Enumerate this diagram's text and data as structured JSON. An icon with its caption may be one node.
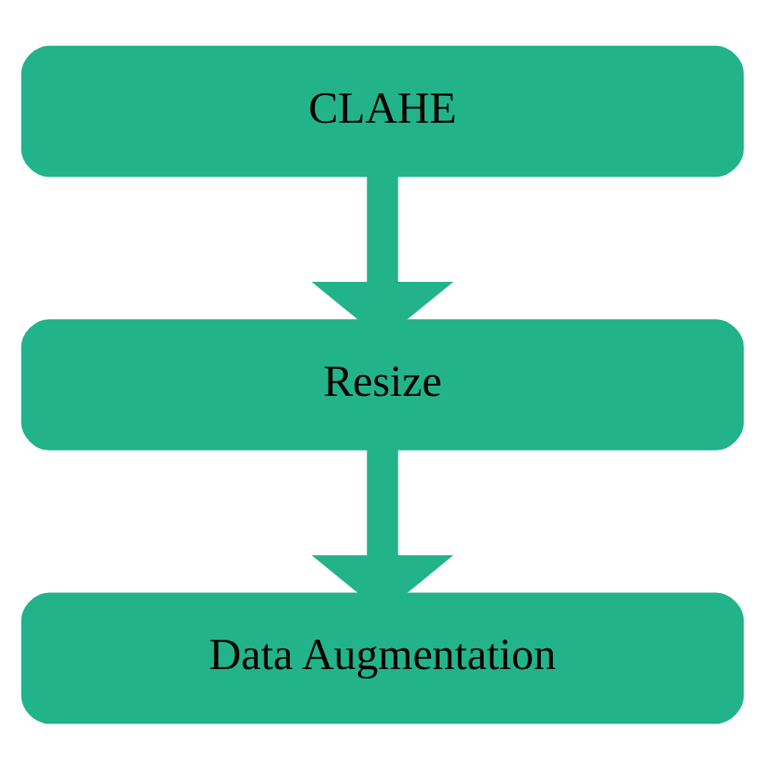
{
  "diagram": {
    "nodes": [
      {
        "text": [
          "CLAHE"
        ]
      },
      {
        "text": [
          "Resize"
        ]
      },
      {
        "text": [
          "Data Augmentation"
        ]
      }
    ],
    "edges": [
      {
        "from": 0,
        "to": 1,
        "arrow": "to"
      },
      {
        "from": 1,
        "to": 2,
        "arrow": "to"
      }
    ]
  }
}
